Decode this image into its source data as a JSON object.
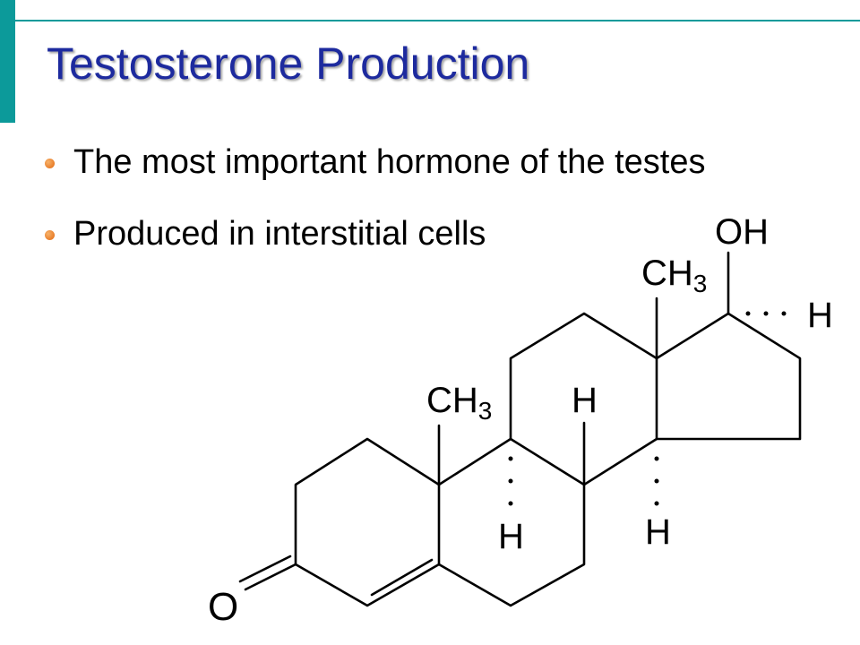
{
  "slide": {
    "title": "Testosterone Production",
    "bullets": [
      "The most important hormone of the testes",
      "Produced in interstitial cells"
    ]
  },
  "molecule": {
    "labels": {
      "hydroxyl": "OH",
      "methyl_c18": "CH",
      "methyl_c18_sub": "3",
      "h_c17": "H",
      "methyl_c19": "CH",
      "methyl_c19_sub": "3",
      "h_c8": "H",
      "h_c9": "H",
      "h_c14": "H",
      "oxygen": "O"
    }
  },
  "colors": {
    "accent": "#0c9a9a",
    "title": "#1d2a9e",
    "bullet": "#e2680f"
  }
}
